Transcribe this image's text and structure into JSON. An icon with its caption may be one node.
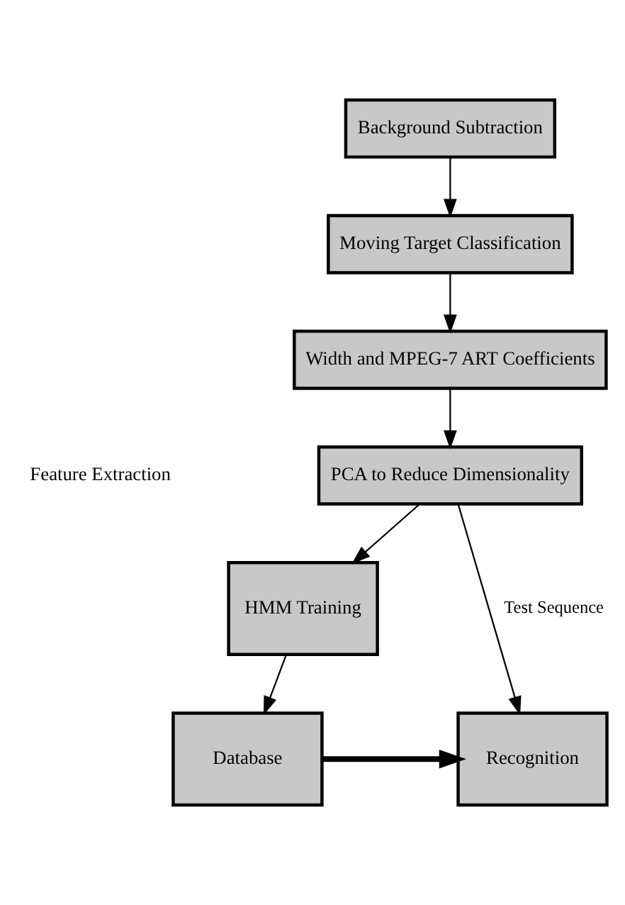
{
  "diagram": {
    "nodes": [
      {
        "text": [
          "Background Subtraction"
        ]
      },
      {
        "text": [
          "Moving Target Classification"
        ]
      },
      {
        "text": [
          "Width and MPEG-7 ART Coefficients"
        ]
      },
      {
        "text": [
          "PCA to Reduce Dimensionality"
        ]
      },
      {
        "text": [
          "HMM Training"
        ]
      },
      {
        "text": [
          "Recognition"
        ]
      },
      {
        "text": [
          "Database"
        ]
      }
    ],
    "edges": [
      {
        "from": 0,
        "to": 1,
        "arrow": "to"
      },
      {
        "from": 1,
        "to": 2,
        "arrow": "to"
      },
      {
        "from": 2,
        "to": 3,
        "arrow": "to"
      },
      {
        "from": 3,
        "to": 5,
        "arrow": "to",
        "label": "Test Sequence"
      },
      {
        "from": 3,
        "to": 4,
        "arrow": "to"
      },
      {
        "from": 4,
        "to": 6,
        "arrow": "to"
      },
      {
        "from": 6,
        "to": 5,
        "arrow": "to",
        "style": "thick"
      }
    ],
    "labels": [
      "Feature Extraction"
    ]
  }
}
